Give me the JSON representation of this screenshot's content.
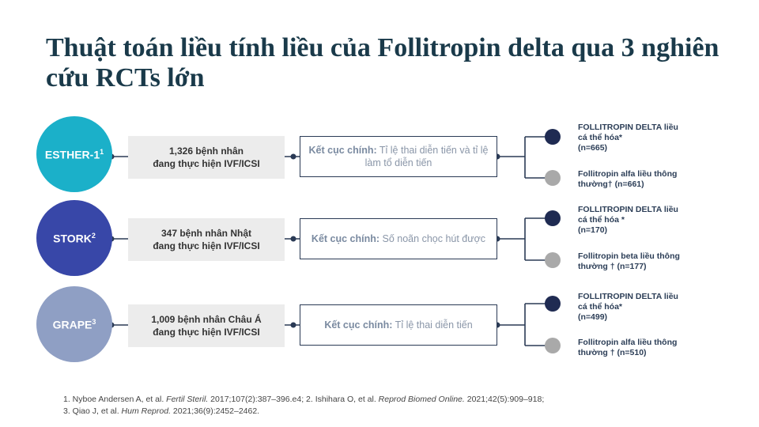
{
  "title": "Thuật toán liều tính liều của Follitropin delta qua 3 nghiên cứu RCTs lớn",
  "colors": {
    "esther": "#1bb0c9",
    "stork": "#3847a8",
    "grape": "#8f9fc4",
    "node_dark": "#1f2b52",
    "node_grey": "#a9a9a9",
    "line": "#2a3a55"
  },
  "studies": [
    {
      "name": "ESTHER-1",
      "ref": "1",
      "population": "1,326 bệnh nhân\nđang thực hiện IVF/ICSI",
      "outcome_label": "Kết cục chính:",
      "outcome_text": " Tỉ lệ thai diễn tiến và tỉ lệ  làm tổ diễn tiến",
      "arm1": "FOLLITROPIN DELTA liều\ncá thể hóa*\n(n=665)",
      "arm2": "Follitropin alfa liều thông\nthường† (n=661)"
    },
    {
      "name": "STORK",
      "ref": "2",
      "population": "347 bệnh nhân Nhật\nđang thực hiện IVF/ICSI",
      "outcome_label": "Kết cục chính:",
      "outcome_text": " Số noãn chọc hút được",
      "arm1": "FOLLITROPIN DELTA liều\ncá thể hóa *\n(n=170)",
      "arm2": "Follitropin beta liều thông\nthường † (n=177)"
    },
    {
      "name": "GRAPE",
      "ref": "3",
      "population": "1,009 bệnh nhân Châu Á\nđang thực hiện IVF/ICSI",
      "outcome_label": "Kết cục chính:",
      "outcome_text": " Tỉ lệ thai diễn tiến",
      "arm1": "FOLLITROPIN DELTA liều\ncá thể hóa*\n(n=499)",
      "arm2": "Follitropin alfa liều thông\nthường † (n=510)"
    }
  ],
  "references": {
    "r1_a": "1. Nyboe Andersen A, et al. ",
    "r1_j": "Fertil Steril.",
    "r1_b": " 2017;107(2):387–396.e4; 2. Ishihara O, et al. ",
    "r2_j": "Reprod Biomed Online.",
    "r2_b": " 2021;42(5):909–918;",
    "r3_a": "3. Qiao J, et al. ",
    "r3_j": "Hum Reprod.",
    "r3_b": " 2021;36(9):2452–2462."
  }
}
